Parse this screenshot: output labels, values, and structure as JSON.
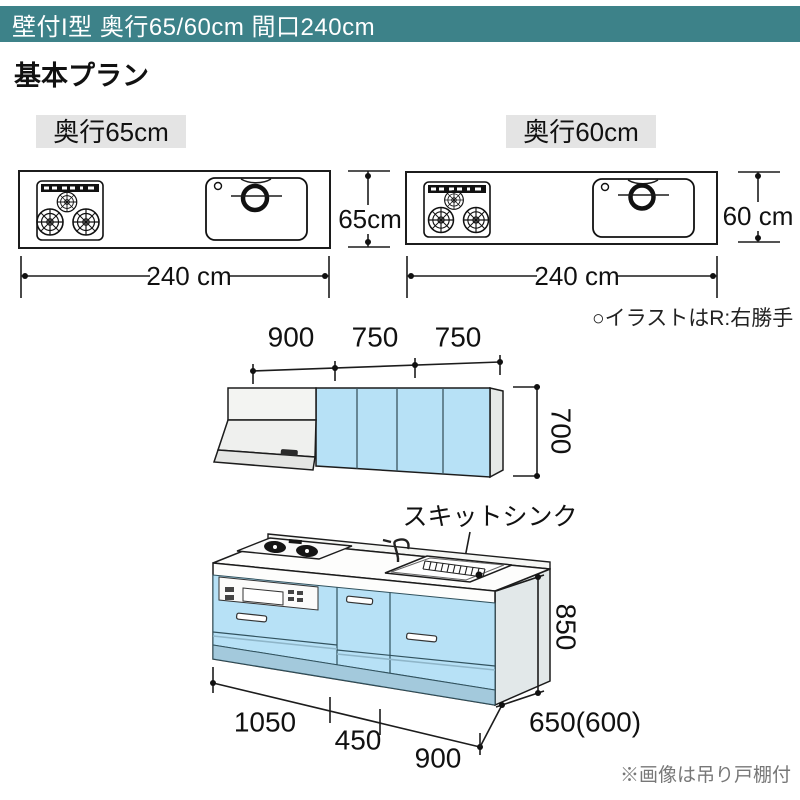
{
  "header": {
    "title": "壁付I型 奥行65/60cm 間口240cm"
  },
  "section": {
    "heading": "基本プラン"
  },
  "top_views": {
    "left": {
      "label": "奥行65cm",
      "width": "240 cm",
      "depth": "65cm"
    },
    "right": {
      "label": "奥行60cm",
      "width": "240 cm",
      "depth": "60 cm"
    },
    "note": "○イラストはR:右勝手"
  },
  "wall_cabinet": {
    "widths": [
      "900",
      "750",
      "750"
    ],
    "height": "700"
  },
  "base_cabinet": {
    "sink_label": "スキットシンク",
    "height": "850",
    "widths": [
      "1050",
      "450",
      "900"
    ],
    "depth": "650(600)"
  },
  "footnote": "※画像は吊り戸棚付",
  "colors": {
    "accent_teal": "#3d8289",
    "cabinet_blue": "#b7e1f6",
    "label_gray": "#e4e4e4"
  }
}
